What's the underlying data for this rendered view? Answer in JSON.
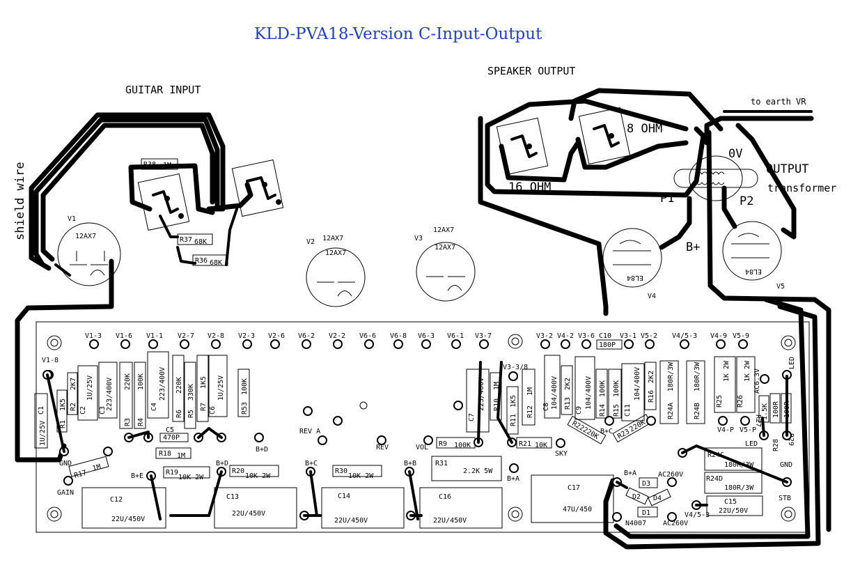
{
  "title": "KLD-PVA18-Version C-Input-Output",
  "labels": {
    "guitar_input": "GUITAR INPUT",
    "speaker_output": "SPEAKER OUTPUT",
    "shield_wire": "shield wire",
    "to_earth": "to earth VR",
    "ohm8": "8 OHM",
    "ohm16": "16 OHM",
    "zero_v": "0V",
    "output": "OUTPUT",
    "transformer": "transformer",
    "p1": "P1",
    "p2": "P2",
    "bplus": "B+",
    "gnd_left": "GND",
    "gnd_right": "GND",
    "gain": "GAIN",
    "stb": "STB",
    "led_top": "LED",
    "led_low": "LED",
    "rev_a": "REV A",
    "rev": "REV",
    "vol": "VOL",
    "sky": "SKY",
    "bd": "B+D",
    "bc": "B+C",
    "n4007": "N4007",
    "ac260_top": "AC260V",
    "ac260_bot": "AC260V",
    "v45_3_bot": "V4/5-3",
    "bplus_e": "B+E",
    "bplus_d2": "B+D",
    "bplus_c2": "B+C",
    "bplus_b": "B+B",
    "bplus_a": "B+A",
    "bplus_a2": "B+A",
    "v4p": "V4-P",
    "v5p": "V5-P"
  },
  "tubes": [
    {
      "id": "V1",
      "type": "12AX7"
    },
    {
      "id": "V2",
      "type": "12AX7",
      "label2": "12AX7"
    },
    {
      "id": "V3",
      "type": "12AX7",
      "label2": "12AX7"
    },
    {
      "id": "V4",
      "type": "EL84"
    },
    {
      "id": "V5",
      "type": "EL84"
    }
  ],
  "pins": [
    "V1-8",
    "V1-3",
    "V1-6",
    "V1-1",
    "V2-7",
    "V2-8",
    "V2-3",
    "V2-6",
    "V6-2",
    "V2-2",
    "V6-6",
    "V6-8",
    "V6-3",
    "V6-1",
    "V3-7",
    "V3-2",
    "V4-2",
    "V3-6",
    "C10",
    "V3-1",
    "V5-2",
    "V4/5-3",
    "V4-9",
    "V5-9",
    "V3-3/8"
  ],
  "components": {
    "r38": "R38",
    "r38v": "1M",
    "r37": "R37",
    "r37v": "68K",
    "r36": "R36",
    "r36v": "68K",
    "c1": "C1",
    "c1v": "1U/25V",
    "r1": "R1",
    "r1v": "1K5",
    "r2": "R2",
    "r2v": "2K7",
    "c2": "C2",
    "c2v": "1U/25V",
    "c3": "C3",
    "c3v": "223/400V",
    "r3": "R3",
    "r3v": "220K",
    "r4": "R4",
    "r4v": "100K",
    "c4": "C4",
    "c4v": "223/400V",
    "r6": "R6",
    "r6v": "220K",
    "r5": "R5",
    "r5v": "330K",
    "r7": "R7",
    "r7v": "1K5",
    "c6": "C6",
    "c6v": "1U/25V",
    "r53": "R53",
    "r53v": "100K",
    "c5": "C5",
    "c5v": "470P",
    "r18": "R18",
    "r18v": "1M",
    "r17": "R17",
    "r17v": "1M",
    "c7": "C7",
    "c7v": "223/400V",
    "r10": "R10",
    "r10v": "1M",
    "r11": "R11",
    "r11v": "1K5",
    "r12": "R12",
    "r12v": "1M",
    "c8": "C8",
    "c8v": "104/400V",
    "r13": "R13",
    "r13v": "2K2",
    "c9": "C9",
    "c9v": "104/400V",
    "r14": "R14",
    "r14v": "100K",
    "r15": "R15",
    "r15v": "100K",
    "c11": "C11",
    "c11v": "104/400V",
    "r16": "R16",
    "r16v": "2K2",
    "c10v": "180P",
    "r9": "R9",
    "r9v": "100K",
    "r21": "R21",
    "r21v": "10K",
    "r22": "R22",
    "r22v": "220K",
    "r23": "R23",
    "r23v": "220K",
    "r24a": "R24A",
    "r24av": "180R/3W",
    "r24b": "R24B",
    "r24bv": "180R/3W",
    "r25": "R25",
    "r25v": "1K 2W",
    "r26": "R26",
    "r26v": "1K 2W",
    "r27": "R27",
    "r27v": "1.5K",
    "r28": "R28",
    "r28v": "100R",
    "r29": "R29",
    "r29v": "100R",
    "ac63": "AC6.3V",
    "r24c": "R24C",
    "r24cv": "180R/3W",
    "r24d": "R24D",
    "r24dv": "180R/3W",
    "r19": "R19",
    "r19v": "10K 2W",
    "r20": "R20",
    "r20v": "10K 2W",
    "r30": "R30",
    "r30v": "10K 2W",
    "r31": "R31",
    "r31v": "2.2K 5W",
    "c12": "C12",
    "c12v": "22U/450V",
    "c13": "C13",
    "c13v": "22U/450V",
    "c14": "C14",
    "c14v": "22U/450V",
    "c16": "C16",
    "c16v": "22U/450V",
    "c17": "C17",
    "c17v": "47U/450",
    "c15": "C15",
    "c15v": "22U/50V",
    "d1": "D1",
    "d2": "D2",
    "d3": "D3",
    "d4": "D4"
  }
}
